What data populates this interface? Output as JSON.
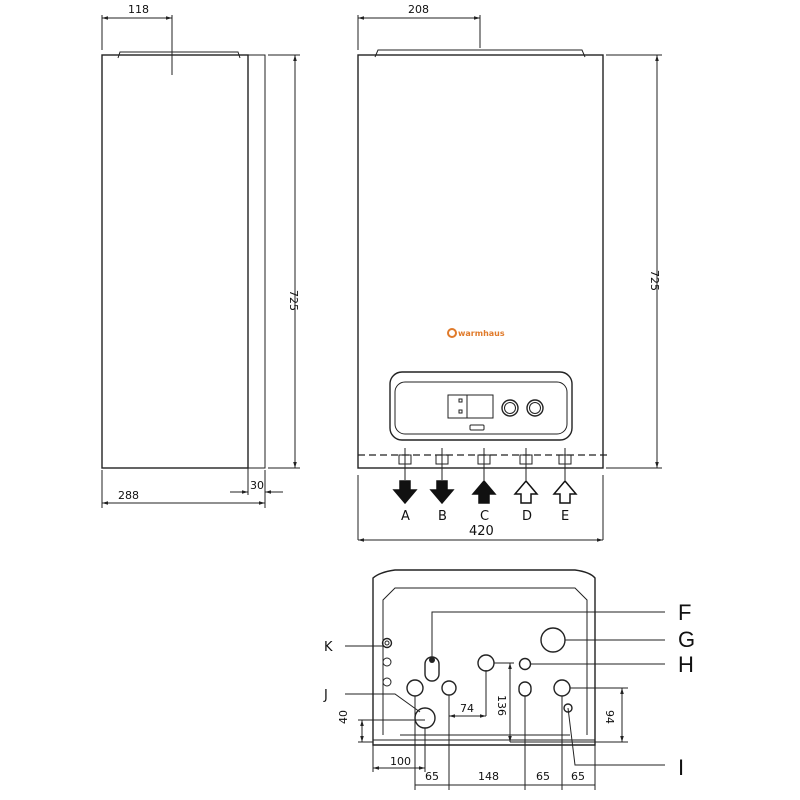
{
  "side_view": {
    "dim_depth_top": "118",
    "dim_height": "725",
    "dim_depth": "288",
    "dim_bracket": "30"
  },
  "front_view": {
    "dim_top": "208",
    "dim_height": "725",
    "dim_width": "420",
    "logo_text": "warmhaus",
    "connections": [
      "A",
      "B",
      "C",
      "D",
      "E"
    ]
  },
  "bottom_view": {
    "labels": {
      "F": "F",
      "G": "G",
      "H": "H",
      "I": "I",
      "J": "J",
      "K": "K"
    },
    "dims": {
      "d40": "40",
      "d100": "100",
      "d65a": "65",
      "d148": "148",
      "d65b": "65",
      "d65c": "65",
      "d74": "74",
      "d136": "136",
      "d94": "94"
    }
  },
  "colors": {
    "logo": "#e07a2a",
    "line": "#222222"
  }
}
